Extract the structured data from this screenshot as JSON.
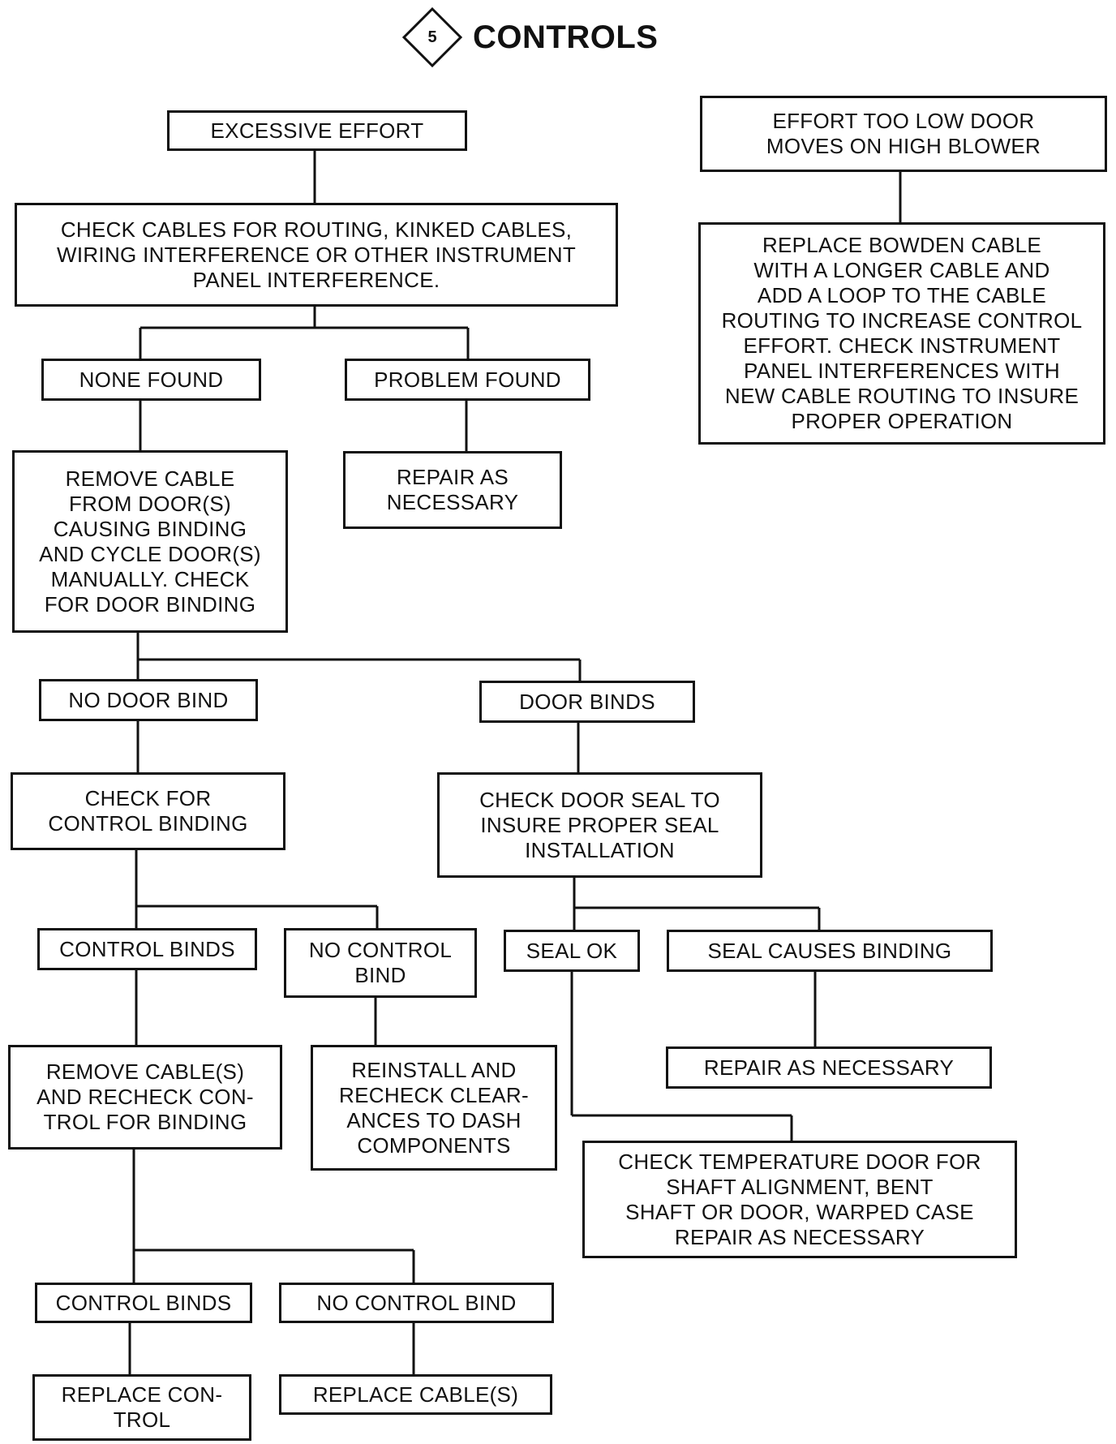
{
  "header": {
    "section_number": "5",
    "title": "CONTROLS"
  },
  "nodes": {
    "excessive_effort": "EXCESSIVE EFFORT",
    "check_cables": "CHECK CABLES FOR ROUTING, KINKED CABLES,\nWIRING INTERFERENCE OR OTHER INSTRUMENT\nPANEL INTERFERENCE.",
    "none_found": "NONE FOUND",
    "problem_found": "PROBLEM FOUND",
    "repair_as_necessary_1": "REPAIR AS\nNECESSARY",
    "remove_cable_from_door": "REMOVE CABLE\nFROM DOOR(S)\nCAUSING BINDING\nAND CYCLE DOOR(S)\nMANUALLY. CHECK\nFOR DOOR BINDING",
    "no_door_bind": "NO DOOR BIND",
    "door_binds": "DOOR BINDS",
    "check_control_binding": "CHECK FOR\nCONTROL BINDING",
    "check_door_seal": "CHECK DOOR SEAL TO\nINSURE PROPER SEAL\nINSTALLATION",
    "control_binds_1": "CONTROL BINDS",
    "no_control_bind_1": "NO CONTROL\nBIND",
    "seal_ok": "SEAL OK",
    "seal_causes_binding": "SEAL CAUSES BINDING",
    "remove_cables_recheck": "REMOVE CABLE(S)\nAND RECHECK CON-\nTROL FOR BINDING",
    "reinstall_recheck": "REINSTALL AND\nRECHECK CLEAR-\nANCES TO DASH\nCOMPONENTS",
    "repair_as_necessary_2": "REPAIR AS NECESSARY",
    "check_temperature_door": "CHECK TEMPERATURE DOOR FOR\nSHAFT   ALIGNMENT, BENT\nSHAFT OR DOOR, WARPED CASE\nREPAIR AS NECESSARY",
    "control_binds_2": "CONTROL BINDS",
    "no_control_bind_2": "NO CONTROL BIND",
    "replace_control": "REPLACE   CON-\nTROL",
    "replace_cables": "REPLACE CABLE(S)",
    "effort_too_low": "EFFORT TOO LOW DOOR\nMOVES ON HIGH BLOWER",
    "replace_bowden": "REPLACE BOWDEN CABLE\nWITH A LONGER CABLE AND\nADD A LOOP TO THE CABLE\nROUTING TO INCREASE CONTROL\nEFFORT. CHECK INSTRUMENT\nPANEL INTERFERENCES WITH\nNEW CABLE ROUTING TO INSURE\nPROPER OPERATION"
  }
}
